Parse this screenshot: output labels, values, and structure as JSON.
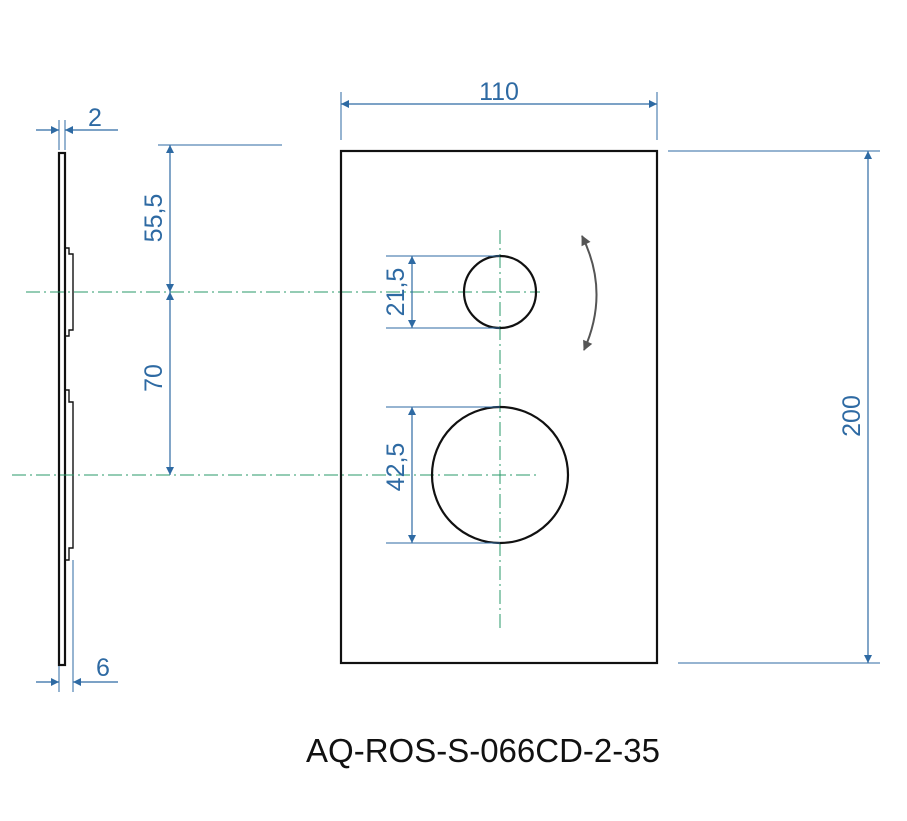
{
  "model_code": "AQ-ROS-S-066CD-2-35",
  "dimensions": {
    "width": "110",
    "height": "200",
    "top_to_small_center": "55,5",
    "center_to_center": "70",
    "small_diameter": "21,5",
    "large_diameter": "42,5",
    "plate_thickness": "2",
    "total_depth": "6"
  },
  "colors": {
    "outline": "#111111",
    "dimension": "#2e6aa3",
    "centerline": "#2a9a6a",
    "rotation_arrow": "#555555"
  },
  "icons": {
    "rotation": "rotation-arrow-icon"
  }
}
